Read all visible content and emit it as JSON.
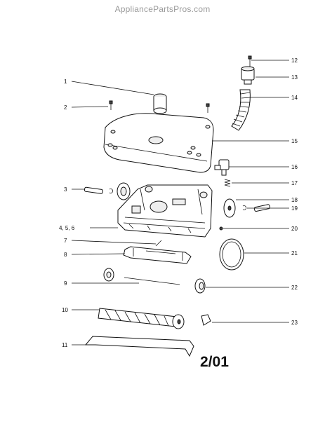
{
  "watermark": "AppliancePartsPros.com",
  "date_code": "2/01",
  "callouts": [
    {
      "id": "c1",
      "label": "1"
    },
    {
      "id": "c2",
      "label": "2"
    },
    {
      "id": "c3",
      "label": "3"
    },
    {
      "id": "c456",
      "label": "4, 5, 6"
    },
    {
      "id": "c7",
      "label": "7"
    },
    {
      "id": "c8",
      "label": "8"
    },
    {
      "id": "c9",
      "label": "9"
    },
    {
      "id": "c10",
      "label": "10"
    },
    {
      "id": "c11",
      "label": "11"
    },
    {
      "id": "c12",
      "label": "12"
    },
    {
      "id": "c13",
      "label": "13"
    },
    {
      "id": "c14",
      "label": "14"
    },
    {
      "id": "c15",
      "label": "15"
    },
    {
      "id": "c16",
      "label": "16"
    },
    {
      "id": "c17",
      "label": "17"
    },
    {
      "id": "c18",
      "label": "18"
    },
    {
      "id": "c19",
      "label": "19"
    },
    {
      "id": "c20",
      "label": "20"
    },
    {
      "id": "c21",
      "label": "21"
    },
    {
      "id": "c22",
      "label": "22"
    },
    {
      "id": "c23",
      "label": "23"
    }
  ]
}
